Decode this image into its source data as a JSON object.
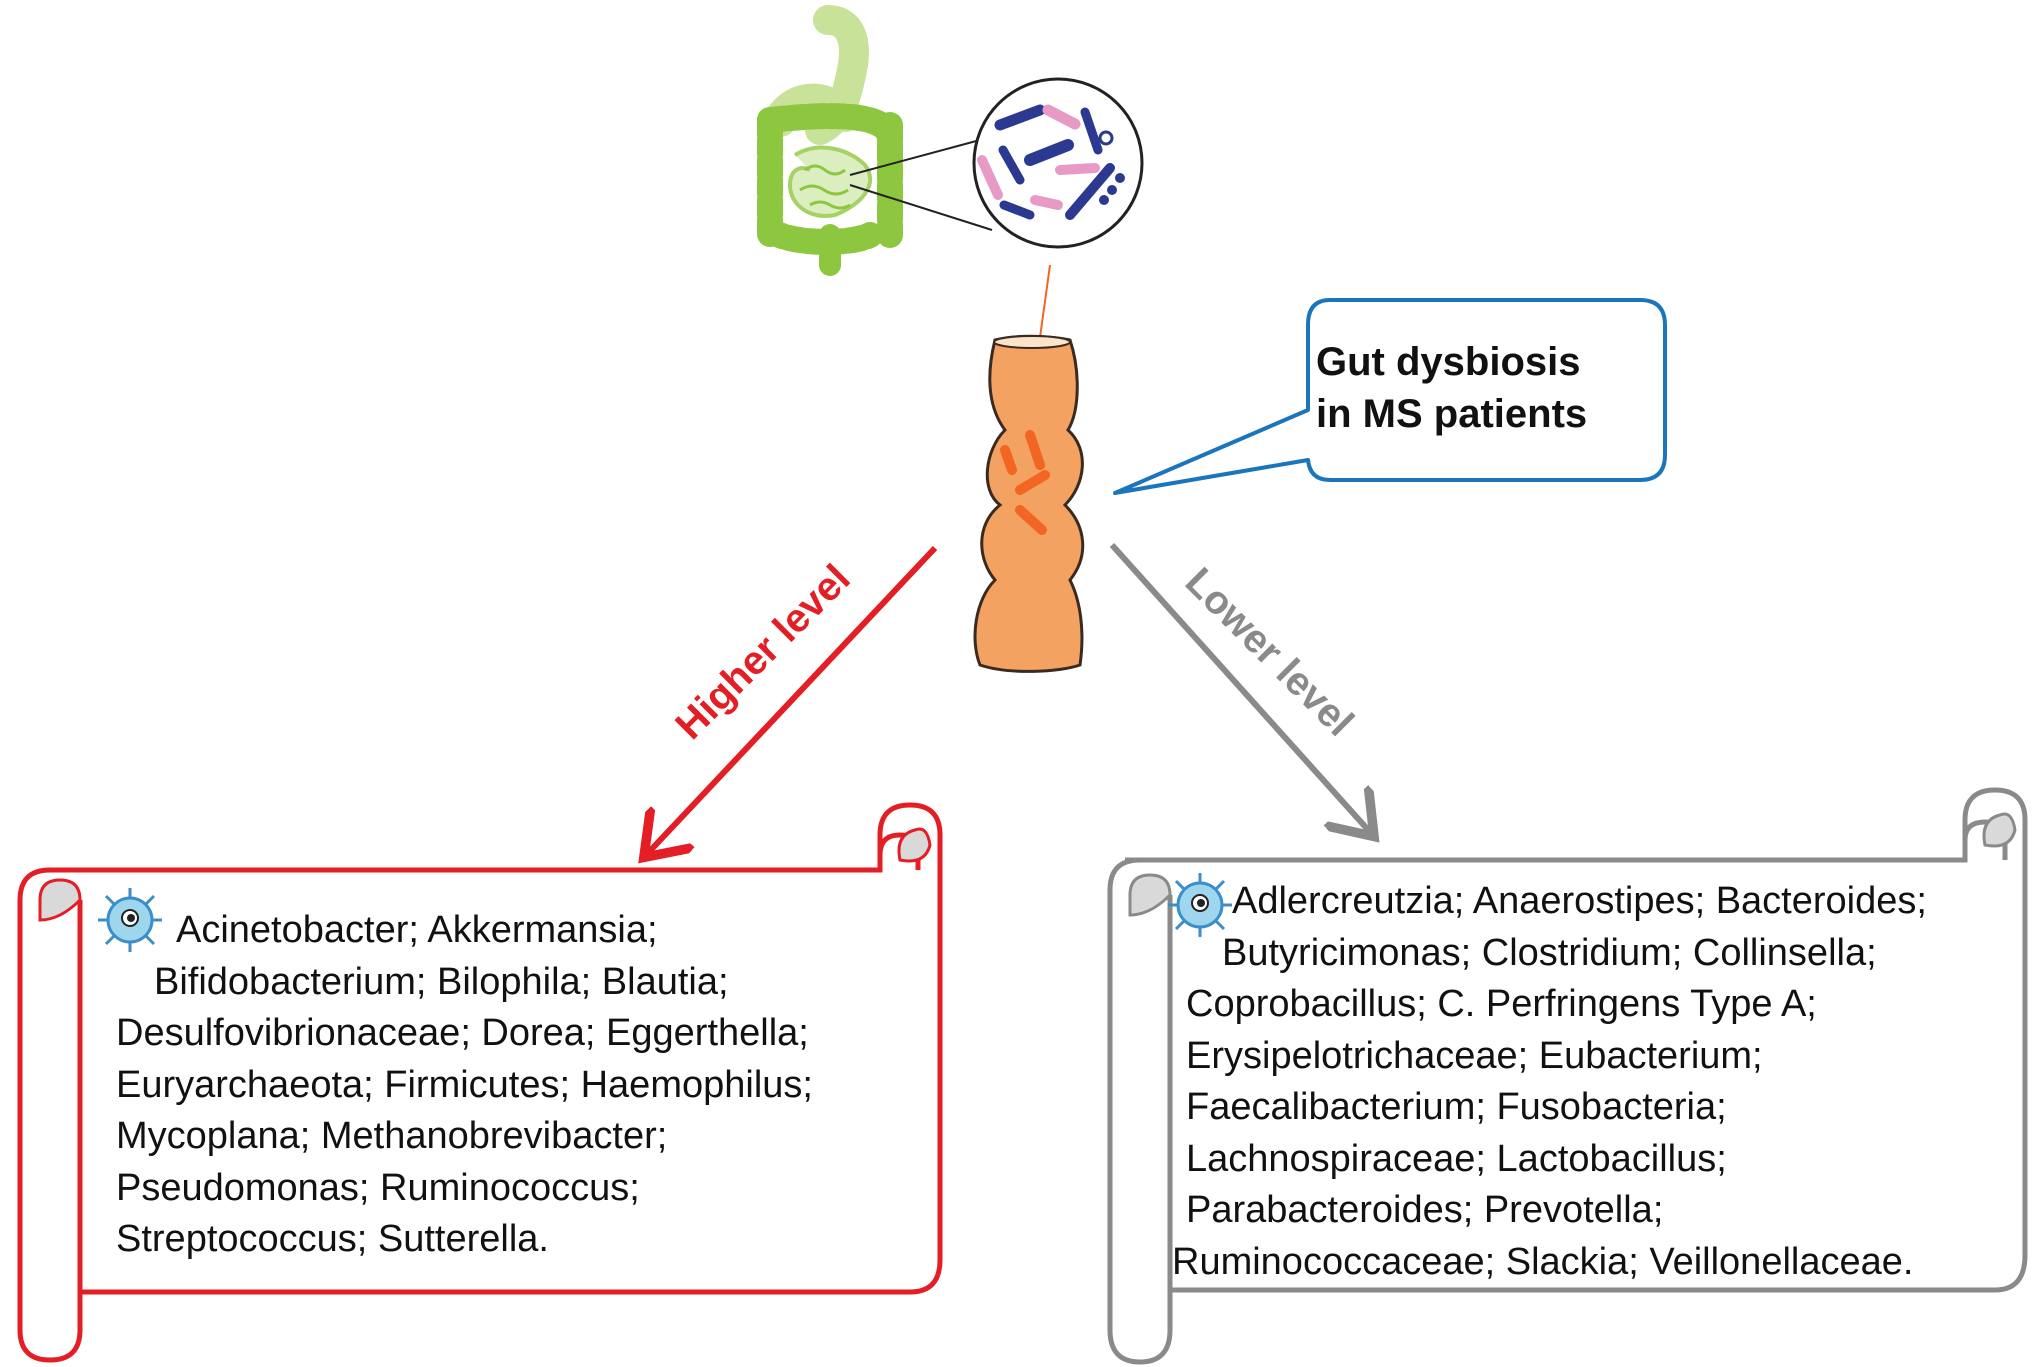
{
  "callout": {
    "lines": [
      "Gut dysbiosis",
      "in MS patients"
    ]
  },
  "higher": {
    "label": "Higher level",
    "color": "#e31e24",
    "lines": [
      "Acinetobacter; Akkermansia;",
      "Bifidobacterium; Bilophila; Blautia;",
      "Desulfovibrionaceae; Dorea; Eggerthella;",
      "Euryarchaeota; Firmicutes; Haemophilus;",
      "Mycoplana; Methanobrevibacter;",
      "Pseudomonas; Ruminococcus;",
      "Streptococcus; Sutterella."
    ]
  },
  "lower": {
    "label": "Lower level",
    "color": "#8a8a8a",
    "lines": [
      "Adlercreutzia; Anaerostipes; Bacteroides;",
      "Butyricimonas; Clostridium; Collinsella;",
      "Coprobacillus; C. Perfringens Type A;",
      "Erysipelotrichaceae; Eubacterium;",
      "Faecalibacterium; Fusobacteria;",
      "Lachnospiraceae; Lactobacillus;",
      "Parabacteroides; Prevotella;",
      "Ruminococcaceae; Slackia; Veillonellaceae."
    ]
  },
  "icons": {
    "intestine": "intestine-icon",
    "magnifier": "bacteria-magnifier-icon",
    "colon": "colon-segment-icon",
    "microbe": "microbe-icon"
  },
  "colors": {
    "intestine_green": "#8dc63f",
    "colon_orange": "#f4a261",
    "callout_blue": "#1b75bc",
    "higher_red": "#e31e24",
    "lower_gray": "#8a8a8a"
  }
}
